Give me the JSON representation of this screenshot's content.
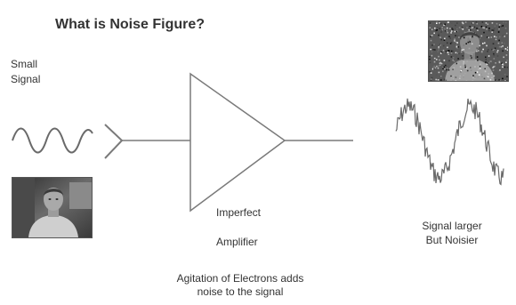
{
  "title": "What is Noise Figure?",
  "input_label": [
    "Small",
    "Signal"
  ],
  "amplifier_label": [
    "Imperfect",
    "Amplifier"
  ],
  "output_label": [
    "Signal larger",
    "But Noisier"
  ],
  "caption": [
    "Agitation of Electrons adds",
    "noise to the signal"
  ],
  "photos": {
    "input_photo": "clean-photo-of-man",
    "output_photo": "noisy-photo-of-man"
  },
  "colors": {
    "line": "#7a7a7a",
    "text": "#333333"
  }
}
